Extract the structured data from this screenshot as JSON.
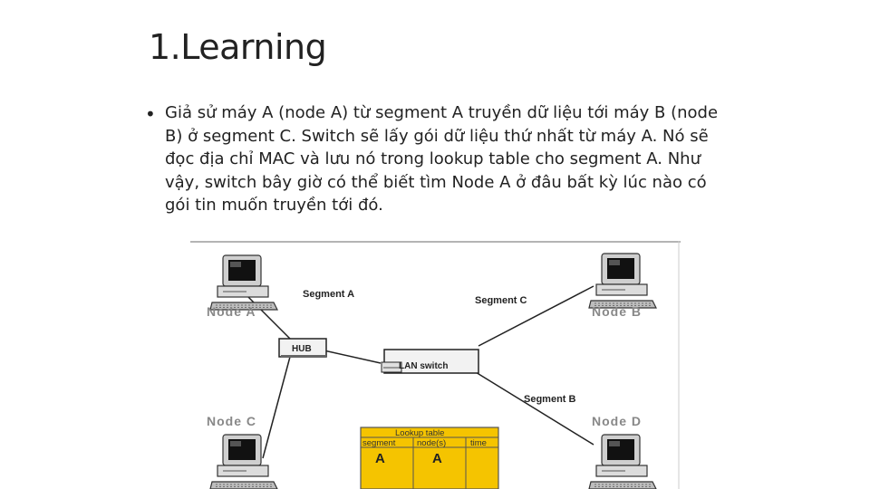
{
  "slide": {
    "title": "1.Learning",
    "bullet": "Giả sử máy A (node A) từ segment A truyền dữ liệu tới máy B (node B) ở segment C. Switch sẽ lấy gói dữ liệu thứ nhất từ máy A. Nó sẽ đọc địa chỉ MAC và lưu nó trong lookup table cho segment A. Như vậy, switch bây giờ có thể biết tìm Node A ở đâu bất kỳ lúc nào có gói tin muốn truyền tới đó."
  },
  "diagram": {
    "segments": {
      "a": "Segment A",
      "b": "Segment B",
      "c": "Segment C"
    },
    "nodes": {
      "a": "Node A",
      "b": "Node B",
      "c": "Node C",
      "d": "Node D"
    },
    "hub_label": "HUB",
    "switch_label": "LAN switch",
    "lookup_table": {
      "title": "Lookup table",
      "headers": [
        "segment",
        "node(s)",
        "time"
      ],
      "row": [
        "A",
        "A",
        ""
      ]
    },
    "colors": {
      "table_fill": "#f5c400",
      "line": "#222222",
      "node_label": "#888888"
    }
  }
}
